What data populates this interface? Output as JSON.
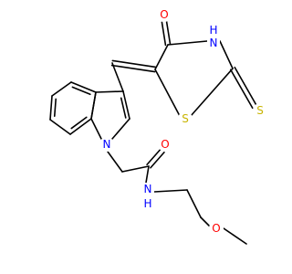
{
  "colors": {
    "bond": "#000000",
    "oxygen": "#ff0000",
    "nitrogen": "#0000ff",
    "sulfur": "#c8b400",
    "carbon": "#000000"
  },
  "atoms": {
    "o_ketone": {
      "text": "O",
      "element": "oxygen"
    },
    "n_thiazolidine": {
      "text": "H\nN",
      "element": "nitrogen"
    },
    "s_thione": {
      "text": "S",
      "element": "sulfur"
    },
    "s_ring": {
      "text": "S",
      "element": "sulfur"
    },
    "n_indole": {
      "text": "N",
      "element": "nitrogen"
    },
    "o_amide": {
      "text": "O",
      "element": "oxygen"
    },
    "n_amide": {
      "text": "N",
      "element": "nitrogen"
    },
    "h_amide": {
      "text": "H",
      "element": "nitrogen"
    },
    "o_ether": {
      "text": "O",
      "element": "oxygen"
    }
  }
}
